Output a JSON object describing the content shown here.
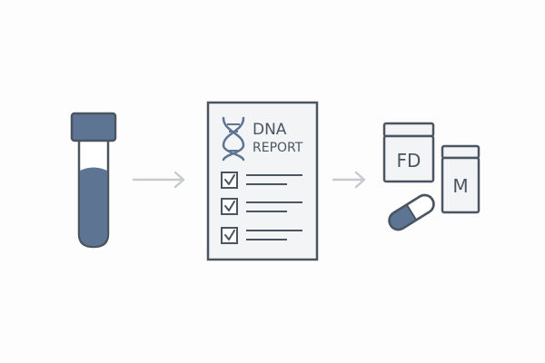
{
  "steps": [
    {
      "id": "sample",
      "icon": "test-tube-icon"
    },
    {
      "id": "report",
      "icon": "dna-report-icon"
    },
    {
      "id": "supplements",
      "icon": "supplement-bottles-icon"
    }
  ],
  "report": {
    "title_line1": "DNA",
    "title_line2": "REPORT",
    "checklist_items": 3
  },
  "bottles": {
    "left_label": "FD",
    "right_label": "M"
  },
  "colors": {
    "outline": "#4a5561",
    "fill_blue": "#5d7593",
    "light_fill": "#f2f4f6",
    "arrow": "#c7cbcf",
    "accent_dna": "#5d7593"
  }
}
